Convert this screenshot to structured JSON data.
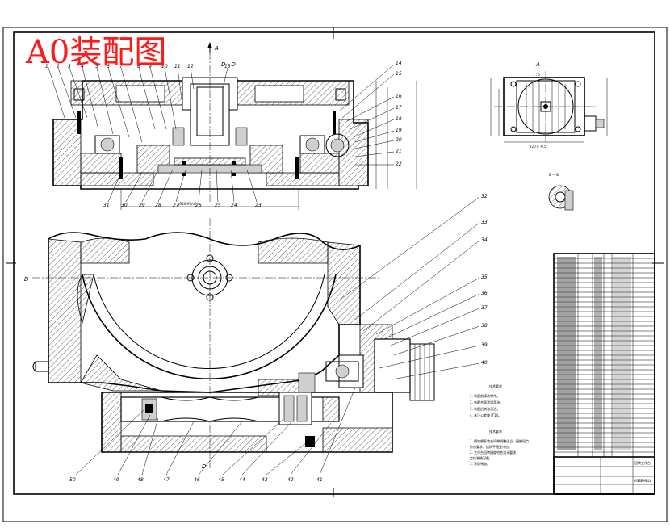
{
  "stamp": {
    "text": "A0装配图",
    "color": "#ff1a1a"
  },
  "section_labels": {
    "view_a_arrow": "A",
    "section_dd": "D - D",
    "view_a": "A",
    "view_a_sub": "1 : 5",
    "left_d": "D",
    "bottom_d": "D"
  },
  "top_left_numbers": [
    "1",
    "2",
    "3",
    "4",
    "5",
    "6",
    "7",
    "8",
    "9",
    "10",
    "11",
    "12",
    "13"
  ],
  "top_right_numbers": [
    "14",
    "15",
    "16",
    "17",
    "18",
    "19",
    "20",
    "21",
    "22"
  ],
  "top_bottom_numbers": [
    "31",
    "30",
    "29",
    "28",
    "27",
    "26",
    "25",
    "24",
    "23"
  ],
  "right_numbers": [
    "32",
    "33",
    "34",
    "35",
    "36",
    "37",
    "38",
    "39",
    "40"
  ],
  "bottom_numbers": [
    "50",
    "49",
    "48",
    "47",
    "46",
    "45",
    "44",
    "43",
    "42",
    "41"
  ],
  "notes": {
    "title1": "技术要求",
    "items1": [
      "1. 装配前清洗零件。",
      "2. 各配合面涂润滑油。",
      "3. 装配后转动灵活。",
      "4. 未注公差按 IT14。"
    ],
    "title2": "技术要求",
    "items2": [
      "1. 蜗轮蜗杆啮合间隙调整适当，接触斑点",
      "   符合要求，运转平稳无冲击。",
      "2. 工作台回转精度符合设计要求，",
      "   定位准确可靠。",
      "3. 涂防锈油。"
    ]
  },
  "title_block": {
    "name": "回转工作台",
    "code": "ASSEMBLY"
  }
}
